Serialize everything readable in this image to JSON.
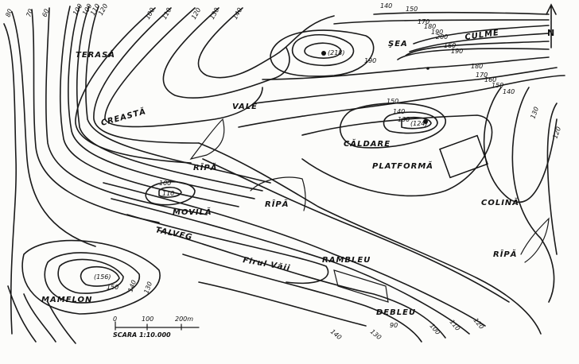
{
  "title": "Forme de relief - hartă cu curbe de nivel",
  "landforms": {
    "terasa": "TERASĂ",
    "creasta": "CREASTĂ",
    "vale": "VALE",
    "ripa1": "RÎPĂ",
    "ripa2": "RÎPĂ",
    "ripa3": "RÎPĂ",
    "movila": "MOVILĂ",
    "talveg": "TALVEG",
    "sea": "ŞEA",
    "culme": "CULME",
    "caldare": "CĂLDARE",
    "platforma": "PLATFORMĂ",
    "colina": "COLINĂ",
    "mamelon": "MAMELON",
    "rambleu": "RAMBLEU",
    "debleu": "DEBLEU",
    "firul_vaii": "Firul Văii"
  },
  "spot_heights": {
    "peak_sea": "(218)",
    "caldare": "(124)",
    "mamelon": "(156)",
    "movila": "110"
  },
  "contour_labels": {
    "top": [
      "80",
      "70",
      "60",
      "100",
      "100",
      "110",
      "120",
      "100",
      "110",
      "120",
      "130",
      "140"
    ],
    "right": [
      "140",
      "150",
      "170",
      "180",
      "190",
      "200",
      "160",
      "190",
      "190",
      "180",
      "170",
      "160",
      "150",
      "140",
      "130",
      "120"
    ],
    "caldare": [
      "150",
      "140",
      "130"
    ],
    "movila": "100",
    "mamelon": [
      "150",
      "140",
      "130"
    ],
    "bottom": [
      "90",
      "100",
      "110",
      "120",
      "130",
      "140"
    ]
  },
  "north_label": "N",
  "scale": {
    "ticks": [
      "0",
      "100",
      "200m"
    ],
    "text": "SCARA 1:10.000"
  }
}
